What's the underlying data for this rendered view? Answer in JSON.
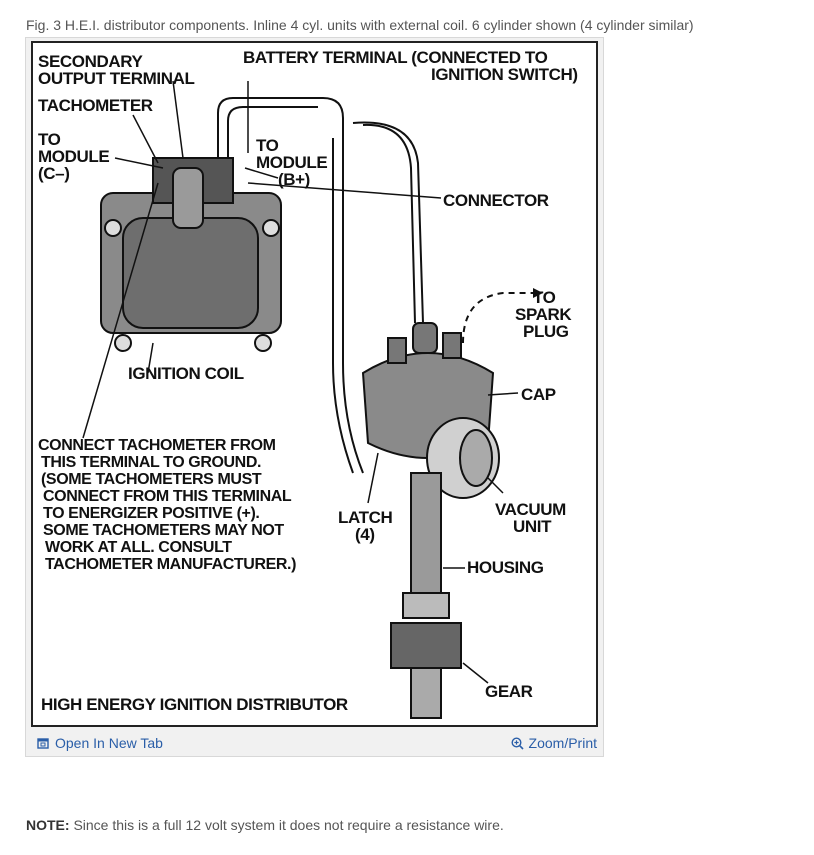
{
  "caption": "Fig. 3 H.E.I. distributor components. Inline 4 cyl. units with external coil. 6 cylinder shown (4 cylinder similar)",
  "diagram": {
    "labels": {
      "secondary_1": "SECONDARY",
      "secondary_2": "OUTPUT TERMINAL",
      "battery_1": "BATTERY TERMINAL (CONNECTED TO",
      "battery_2": "IGNITION SWITCH)",
      "tachometer": "TACHOMETER",
      "to_module_c_1": "TO",
      "to_module_c_2": "MODULE",
      "to_module_c_3": "(C–)",
      "to_module_b_1": "TO",
      "to_module_b_2": "MODULE",
      "to_module_b_3": "(B+)",
      "connector": "CONNECTOR",
      "to_spark_1": "TO",
      "to_spark_2": "SPARK",
      "to_spark_3": "PLUG",
      "cap": "CAP",
      "ignition_coil": "IGNITION COIL",
      "note_1": "CONNECT TACHOMETER FROM",
      "note_2": "THIS TERMINAL TO GROUND.",
      "note_3": "(SOME TACHOMETERS MUST",
      "note_4": "CONNECT FROM THIS TERMINAL",
      "note_5": "TO ENERGIZER POSITIVE (+).",
      "note_6": "SOME TACHOMETERS MAY NOT",
      "note_7": "WORK AT ALL. CONSULT",
      "note_8": "TACHOMETER MANUFACTURER.)",
      "latch_1": "LATCH",
      "latch_2": "(4)",
      "vacuum_1": "VACUUM",
      "vacuum_2": "UNIT",
      "housing": "HOUSING",
      "gear": "GEAR",
      "title": "HIGH ENERGY IGNITION DISTRIBUTOR"
    }
  },
  "links": {
    "open_new_tab": "Open In New Tab",
    "zoom_print": "Zoom/Print"
  },
  "note": {
    "label": "NOTE:",
    "text": " Since this is a full 12 volt system it does not require a resistance wire."
  },
  "colors": {
    "link": "#2a5ea8",
    "text": "#555555"
  }
}
